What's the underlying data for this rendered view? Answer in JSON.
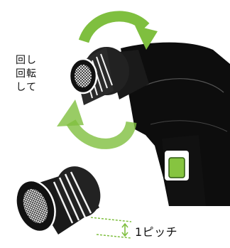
{
  "side_text": {
    "line1": "回し",
    "line2": "回転",
    "line3": "して"
  },
  "pitch_label": "1ピッチ",
  "colors": {
    "arrow": "#7fbf3f",
    "switch": "#86c440",
    "body": "#0d0d0d",
    "dimension_line": "#7fbf3f"
  }
}
